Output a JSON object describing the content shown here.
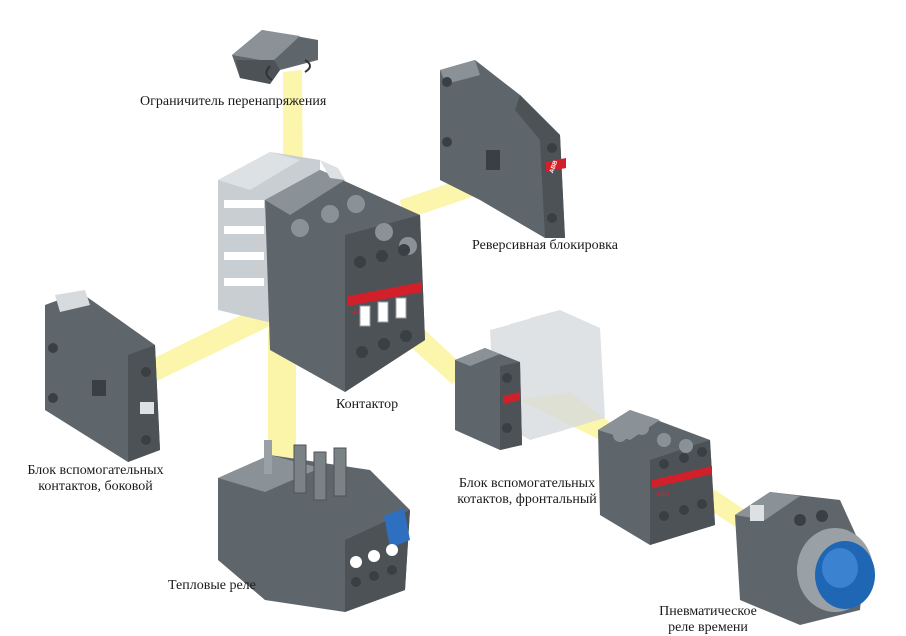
{
  "labels": {
    "surge_limiter": "Ограничитель перенапряжения",
    "reversing_interlock": "Реверсивная блокировка",
    "contactor": "Контактор",
    "aux_side_line1": "Блок вспомогательных",
    "aux_side_line2": "контактов, боковой",
    "aux_front_line1": "Блок вспомогательных",
    "aux_front_line2": "котактов, фронтальный",
    "thermal_relay": "Тепловые реле",
    "timer_line1": "Пневматическое",
    "timer_line2": "реле времени"
  },
  "brand": "ABB",
  "colors": {
    "beam": "#fbf5a6",
    "body_dark": "#4c5256",
    "body_mid": "#5f666b",
    "body_light": "#8b9297",
    "body_pale": "#c9ced2",
    "accent_red": "#d2202a",
    "accent_blue": "#2f6fc0",
    "knob_blue": "#1f66b5"
  }
}
